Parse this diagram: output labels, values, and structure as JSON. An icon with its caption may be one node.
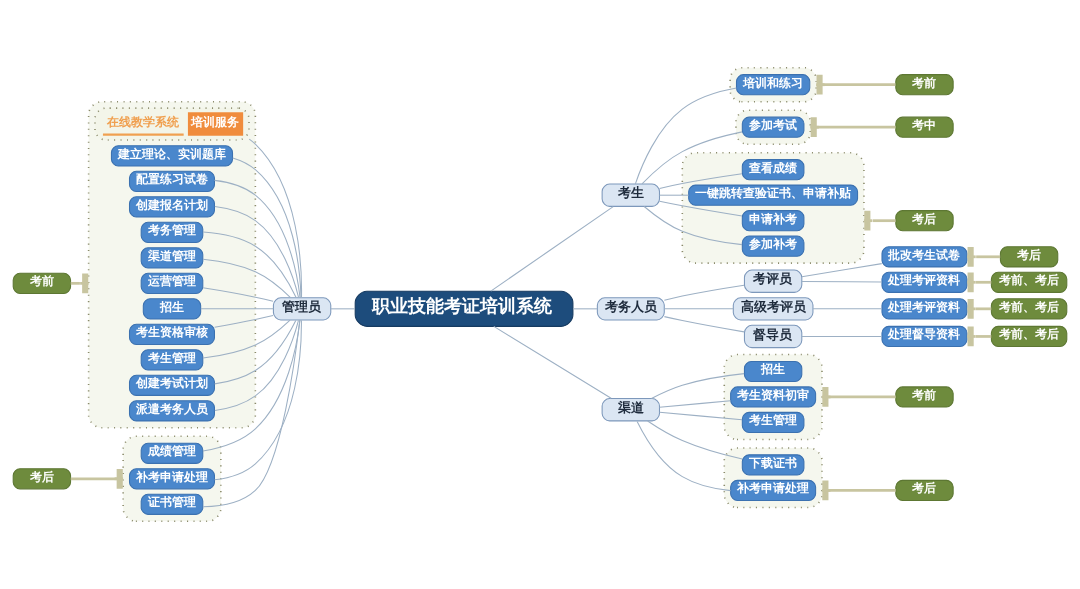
{
  "diagram": {
    "nodes": [
      {
        "text": [
          "职业技能考证培训系统"
        ]
      },
      {
        "text": [
          "管理员"
        ]
      },
      {
        "text": [],
        "shape": "box"
      },
      {
        "text": [
          "在线教学系统",
          "培训服务"
        ],
        "in": 2
      },
      {
        "text": [
          "建立理论、实训题库"
        ],
        "in": 2
      },
      {
        "text": [
          "配置练习试卷"
        ],
        "in": 2
      },
      {
        "text": [
          "创建报名计划"
        ],
        "in": 2
      },
      {
        "text": [
          "考务管理"
        ],
        "in": 2
      },
      {
        "text": [
          "渠道管理"
        ],
        "in": 2
      },
      {
        "text": [
          "运营管理"
        ],
        "in": 2
      },
      {
        "text": [
          "招生"
        ],
        "in": 2
      },
      {
        "text": [
          "考生资格审核"
        ],
        "in": 2
      },
      {
        "text": [
          "考生管理"
        ],
        "in": 2
      },
      {
        "text": [
          "创建考试计划"
        ],
        "in": 2
      },
      {
        "text": [
          "派遣考务人员"
        ],
        "in": 2
      },
      {
        "text": [],
        "shape": "box"
      },
      {
        "text": [
          "成绩管理"
        ],
        "in": 15
      },
      {
        "text": [
          "补考申请处理"
        ],
        "in": 15
      },
      {
        "text": [
          "证书管理"
        ],
        "in": 15
      },
      {
        "text": [
          "考前"
        ]
      },
      {
        "text": [
          "考后"
        ]
      },
      {
        "text": [
          "考生"
        ]
      },
      {
        "text": [],
        "shape": "box"
      },
      {
        "text": [
          "培训和练习"
        ],
        "in": 22
      },
      {
        "text": [
          "考前"
        ]
      },
      {
        "text": [],
        "shape": "box"
      },
      {
        "text": [
          "参加考试"
        ],
        "in": 25
      },
      {
        "text": [
          "考中"
        ]
      },
      {
        "text": [],
        "shape": "box"
      },
      {
        "text": [
          "查看成绩"
        ],
        "in": 28
      },
      {
        "text": [
          "一键跳转查验证书、申请补贴"
        ],
        "in": 28
      },
      {
        "text": [
          "申请补考"
        ],
        "in": 28
      },
      {
        "text": [
          "参加补考"
        ],
        "in": 28
      },
      {
        "text": [
          "考后"
        ]
      },
      {
        "text": [
          "考务人员"
        ]
      },
      {
        "text": [
          "考评员"
        ]
      },
      {
        "text": [
          "批改考生试卷"
        ]
      },
      {
        "text": [
          "考后"
        ]
      },
      {
        "text": [
          "处理考评资料"
        ]
      },
      {
        "text": [
          "考前、考后"
        ]
      },
      {
        "text": [
          "高级考评员"
        ]
      },
      {
        "text": [
          "处理考评资料"
        ]
      },
      {
        "text": [
          "考前、考后"
        ]
      },
      {
        "text": [
          "督导员"
        ]
      },
      {
        "text": [
          "处理督导资料"
        ]
      },
      {
        "text": [
          "考前、考后"
        ]
      },
      {
        "text": [
          "渠道"
        ]
      },
      {
        "text": [],
        "shape": "box"
      },
      {
        "text": [
          "招生"
        ],
        "in": 47
      },
      {
        "text": [
          "考生资料初审"
        ],
        "in": 47
      },
      {
        "text": [
          "考生管理"
        ],
        "in": 47
      },
      {
        "text": [
          "考前"
        ]
      },
      {
        "text": [],
        "shape": "box"
      },
      {
        "text": [
          "下载证书"
        ],
        "in": 52
      },
      {
        "text": [
          "补考申请处理"
        ],
        "in": 52
      },
      {
        "text": [
          "考后"
        ]
      }
    ],
    "edges": [
      {
        "from": 1,
        "to": 0,
        "arrow": "none"
      },
      {
        "from": 0,
        "to": 21,
        "arrow": "none"
      },
      {
        "from": 0,
        "to": 34,
        "arrow": "none"
      },
      {
        "from": 0,
        "to": 46,
        "arrow": "none"
      },
      {
        "from": 3,
        "to": 1,
        "arrow": "none"
      },
      {
        "from": 4,
        "to": 1,
        "arrow": "none"
      },
      {
        "from": 5,
        "to": 1,
        "arrow": "none"
      },
      {
        "from": 6,
        "to": 1,
        "arrow": "none"
      },
      {
        "from": 7,
        "to": 1,
        "arrow": "none"
      },
      {
        "from": 8,
        "to": 1,
        "arrow": "none"
      },
      {
        "from": 9,
        "to": 1,
        "arrow": "none"
      },
      {
        "from": 10,
        "to": 1,
        "arrow": "none"
      },
      {
        "from": 11,
        "to": 1,
        "arrow": "none"
      },
      {
        "from": 12,
        "to": 1,
        "arrow": "none"
      },
      {
        "from": 13,
        "to": 1,
        "arrow": "none"
      },
      {
        "from": 14,
        "to": 1,
        "arrow": "none"
      },
      {
        "from": 16,
        "to": 1,
        "arrow": "none"
      },
      {
        "from": 17,
        "to": 1,
        "arrow": "none"
      },
      {
        "from": 18,
        "to": 1,
        "arrow": "none"
      },
      {
        "from": 19,
        "to": 2,
        "arrow": "other",
        "style": "thick",
        "color": "#c8c5a0"
      },
      {
        "from": 20,
        "to": 15,
        "arrow": "other",
        "style": "thick",
        "color": "#c8c5a0"
      },
      {
        "from": 21,
        "to": 23,
        "arrow": "none"
      },
      {
        "from": 21,
        "to": 26,
        "arrow": "none"
      },
      {
        "from": 21,
        "to": 29,
        "arrow": "none"
      },
      {
        "from": 21,
        "to": 30,
        "arrow": "none"
      },
      {
        "from": 21,
        "to": 31,
        "arrow": "none"
      },
      {
        "from": 21,
        "to": 32,
        "arrow": "none"
      },
      {
        "from": 22,
        "to": 24,
        "arrow": "other",
        "style": "thick",
        "color": "#c8c5a0"
      },
      {
        "from": 25,
        "to": 27,
        "arrow": "other",
        "style": "thick",
        "color": "#c8c5a0"
      },
      {
        "from": 28,
        "to": 33,
        "arrow": "other",
        "style": "thick",
        "color": "#c8c5a0"
      },
      {
        "from": 34,
        "to": 35,
        "arrow": "none"
      },
      {
        "from": 34,
        "to": 40,
        "arrow": "none"
      },
      {
        "from": 34,
        "to": 43,
        "arrow": "none"
      },
      {
        "from": 35,
        "to": 36,
        "arrow": "none"
      },
      {
        "from": 35,
        "to": 38,
        "arrow": "none"
      },
      {
        "from": 36,
        "to": 37,
        "arrow": "other",
        "style": "thick",
        "color": "#c8c5a0"
      },
      {
        "from": 38,
        "to": 39,
        "arrow": "other",
        "style": "thick",
        "color": "#c8c5a0"
      },
      {
        "from": 40,
        "to": 41,
        "arrow": "none"
      },
      {
        "from": 41,
        "to": 42,
        "arrow": "other",
        "style": "thick",
        "color": "#c8c5a0"
      },
      {
        "from": 43,
        "to": 44,
        "arrow": "none"
      },
      {
        "from": 44,
        "to": 45,
        "arrow": "other",
        "style": "thick",
        "color": "#c8c5a0"
      },
      {
        "from": 46,
        "to": 48,
        "arrow": "none"
      },
      {
        "from": 46,
        "to": 49,
        "arrow": "none"
      },
      {
        "from": 46,
        "to": 50,
        "arrow": "none"
      },
      {
        "from": 46,
        "to": 53,
        "arrow": "none"
      },
      {
        "from": 46,
        "to": 54,
        "arrow": "none"
      },
      {
        "from": 47,
        "to": 51,
        "arrow": "other",
        "style": "thick",
        "color": "#c8c5a0"
      },
      {
        "from": 52,
        "to": 55,
        "arrow": "other",
        "style": "thick",
        "color": "#c8c5a0"
      }
    ]
  }
}
